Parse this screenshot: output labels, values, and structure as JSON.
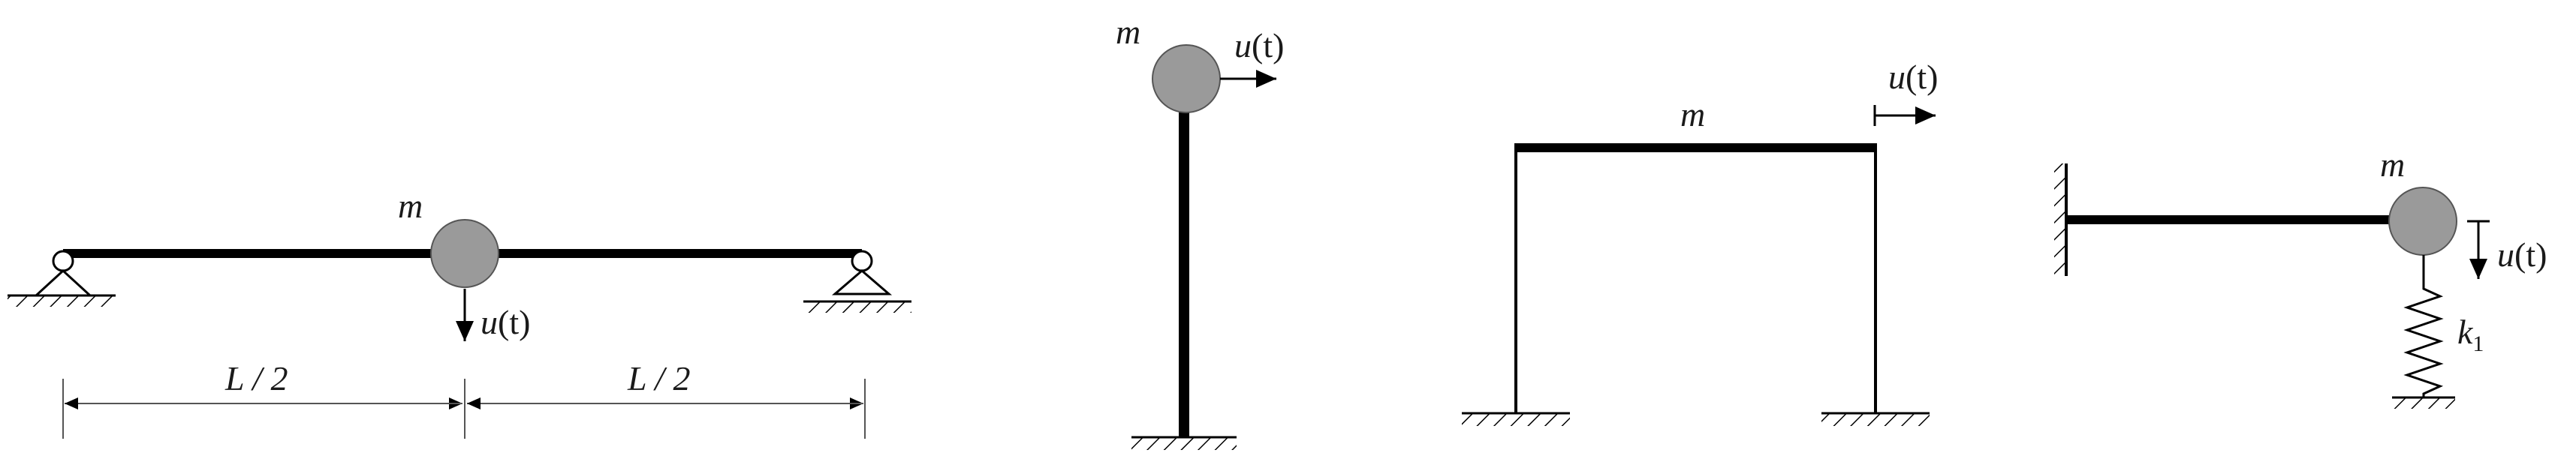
{
  "panel1": {
    "mass_label": "m",
    "disp_u": "u",
    "disp_t": "(t)",
    "span_left": "L / 2",
    "span_right": "L / 2"
  },
  "panel2": {
    "mass_label": "m",
    "disp_u": "u",
    "disp_t": "(t)"
  },
  "panel3": {
    "mass_label": "m",
    "disp_u": "u",
    "disp_t": "(t)"
  },
  "panel4": {
    "mass_label": "m",
    "disp_u": "u",
    "disp_t": "(t)",
    "spring_k": "k",
    "spring_sub": "1"
  },
  "colors": {
    "member": "#000000",
    "mass_fill": "#9a9a9a",
    "mass_stroke": "#555555"
  }
}
